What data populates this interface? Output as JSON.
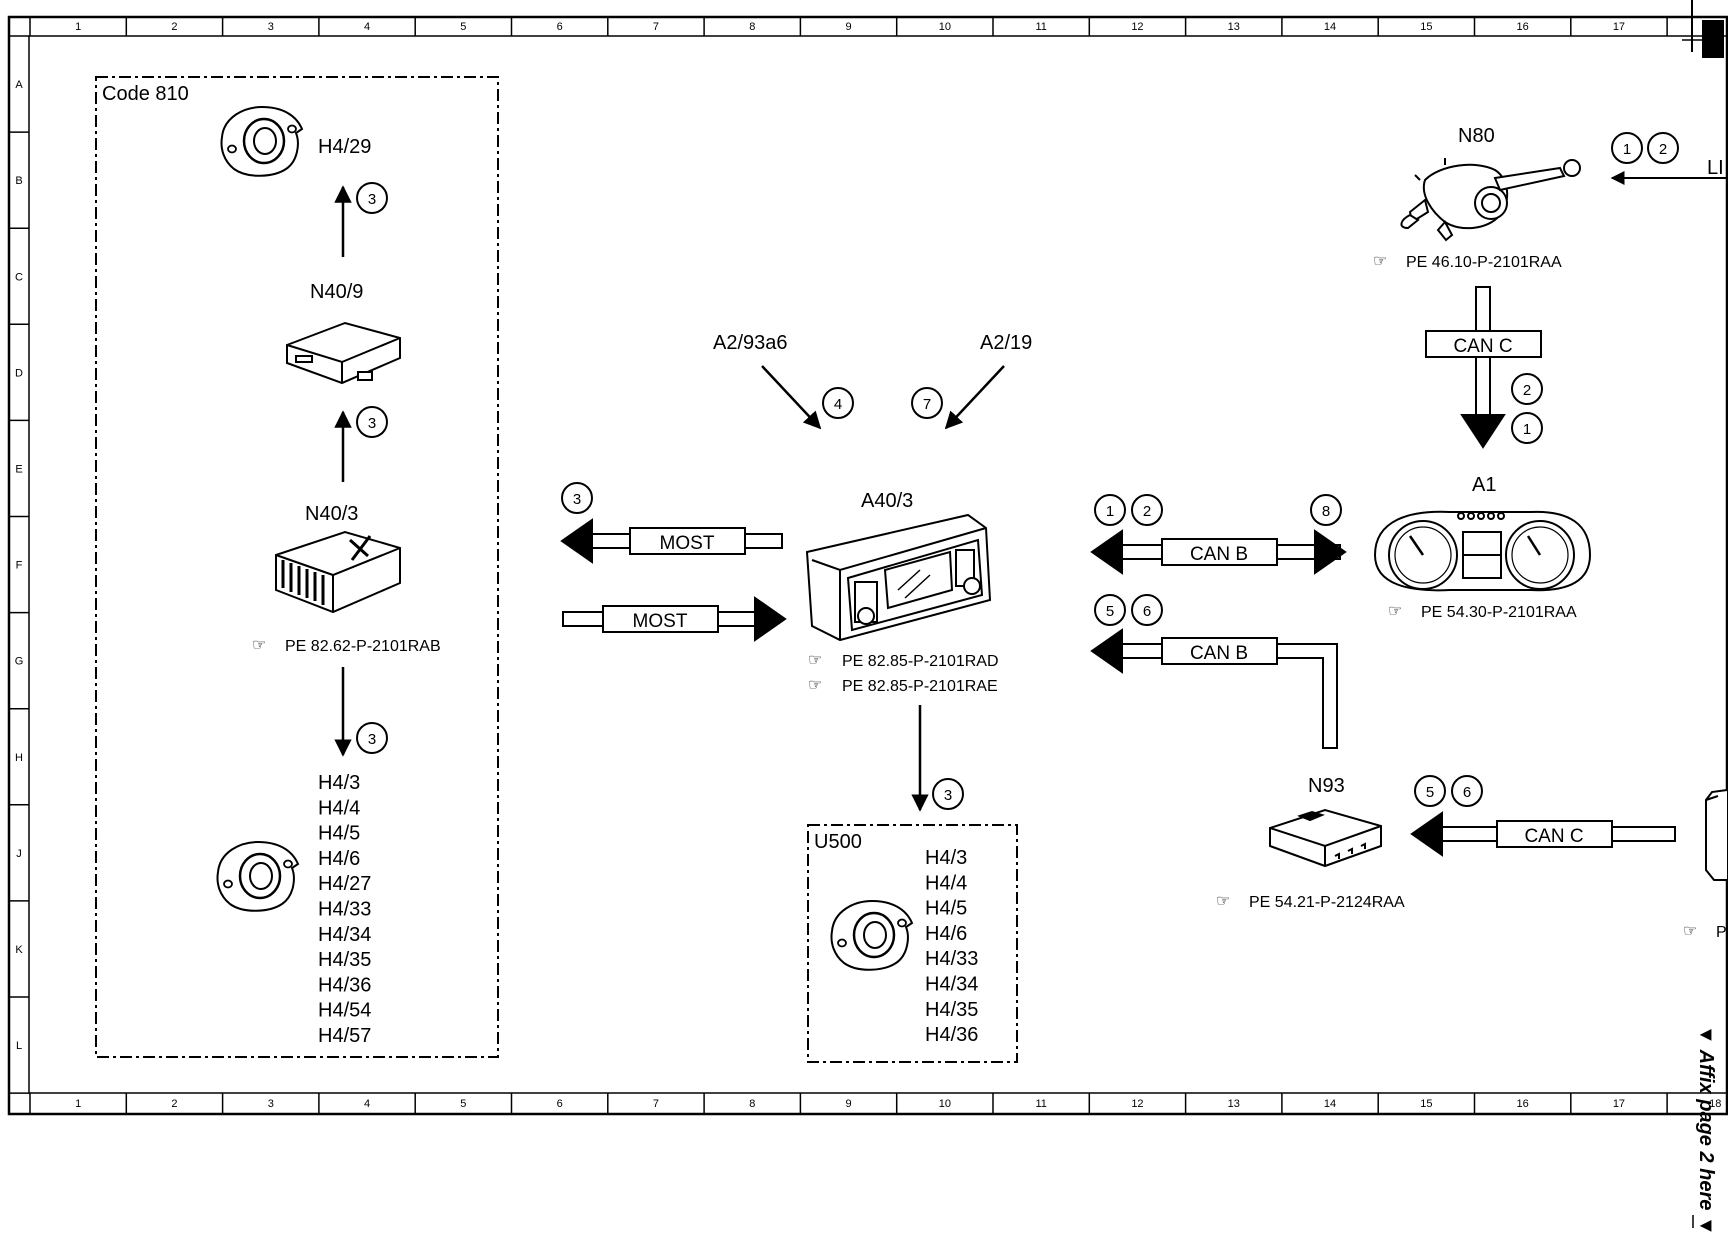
{
  "grid": {
    "columns": [
      "1",
      "2",
      "3",
      "4",
      "5",
      "6",
      "7",
      "8",
      "9",
      "10",
      "11",
      "12",
      "13",
      "14",
      "15",
      "16",
      "17",
      "18"
    ],
    "rows": [
      "A",
      "B",
      "C",
      "D",
      "E",
      "F",
      "G",
      "H",
      "J",
      "K",
      "L"
    ]
  },
  "code_box": {
    "title": "Code 810",
    "h4_29": "H4/29",
    "n40_9": "N40/9",
    "n40_3": "N40/3",
    "n40_3_ref": "PE 82.62-P-2101RAB",
    "speakers": [
      "H4/3",
      "H4/4",
      "H4/5",
      "H4/6",
      "H4/27",
      "H4/33",
      "H4/34",
      "H4/35",
      "H4/36",
      "H4/54",
      "H4/57"
    ],
    "arrow_num_1": "3",
    "arrow_num_2": "3",
    "arrow_num_3": "3"
  },
  "antennas": {
    "left_label": "A2/93a6",
    "left_num": "4",
    "right_label": "A2/19",
    "right_num": "7"
  },
  "head_unit": {
    "label": "A40/3",
    "ref1": "PE 82.85-P-2101RAD",
    "ref2": "PE 82.85-P-2101RAE",
    "down_num": "3"
  },
  "most": {
    "out_label": "MOST",
    "in_label": "MOST",
    "out_num": "3"
  },
  "u500": {
    "title": "U500",
    "speakers": [
      "H4/3",
      "H4/4",
      "H4/5",
      "H4/6",
      "H4/33",
      "H4/34",
      "H4/35",
      "H4/36"
    ]
  },
  "can_b_top": {
    "label": "CAN B",
    "left_nums": [
      "1",
      "2"
    ],
    "right_num": "8"
  },
  "can_b_bottom": {
    "label": "CAN B",
    "nums": [
      "5",
      "6"
    ]
  },
  "a1": {
    "label": "A1",
    "ref": "PE 54.30-P-2101RAA"
  },
  "n80": {
    "label": "N80",
    "ref": "PE 46.10-P-2101RAA",
    "top_nums": [
      "1",
      "2"
    ],
    "partial": "LI"
  },
  "can_c_vertical": {
    "label": "CAN C",
    "nums": [
      "2",
      "1"
    ]
  },
  "n93": {
    "label": "N93",
    "ref": "PE 54.21-P-2124RAA"
  },
  "can_c_bottom": {
    "label": "CAN C",
    "nums": [
      "5",
      "6"
    ]
  },
  "right_partial_ref": "P",
  "affix_note": "▼ Affix page 2 here ▼"
}
